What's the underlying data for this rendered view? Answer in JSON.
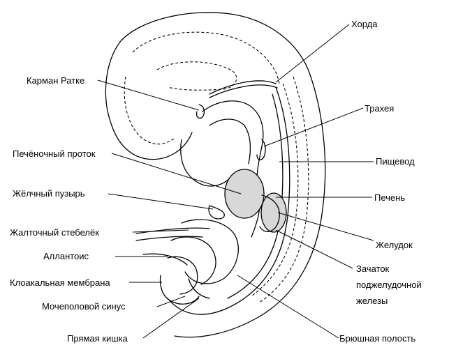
{
  "labels": {
    "chorda": "Хорда",
    "rathke_pouch": "Карман Ратке",
    "trachea": "Трахея",
    "hepatic_duct": "Печёночный проток",
    "esophagus": "Пищевод",
    "gallbladder": "Жёлчный пузырь",
    "liver": "Печень",
    "yolk_stalk": "Жалточный стебелёк",
    "stomach": "Желудок",
    "allantois": "Аллантоис",
    "cloacal_membrane": "Клоакальная мембрана",
    "pancreas_line1": "Зачаток",
    "pancreas_line2": "поджелудочной",
    "pancreas_line3": "железы",
    "urogenital_sinus": "Мочеполовой синус",
    "rectum": "Прямая кишка",
    "abdominal_cavity": "Брюшная полость"
  }
}
